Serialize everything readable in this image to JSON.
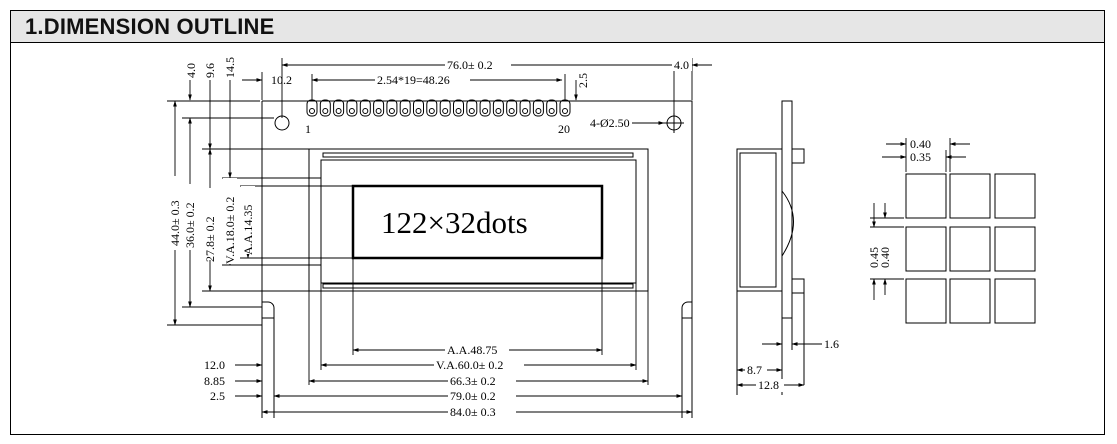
{
  "header": {
    "title": "1.DIMENSION OUTLINE"
  },
  "dims": {
    "d76": "76.0± 0.2",
    "d4r": "4.0",
    "d10_2": "10.2",
    "pitch": "2.54*19=48.26",
    "d2_5": "2.5",
    "d4_0v": "4.0",
    "d9_6": "9.6",
    "d14_5": "14.5",
    "pin1": "1",
    "pin20": "20",
    "hole": "4-Ø2.50",
    "d44": "44.0± 0.3",
    "d36": "36.0± 0.2",
    "d27_8": "27.8± 0.2",
    "va18": "V.A.18.0± 0.2",
    "aa14": "A.A.14.35",
    "dots": "122×32dots",
    "aa48": "A.A.48.75",
    "va60": "V.A.60.0± 0.2",
    "d66": "66.3± 0.2",
    "d79": "79.0± 0.2",
    "d84": "84.0± 0.3",
    "d12": "12.0",
    "d8_85": "8.85",
    "d2_5b": "2.5",
    "d1_6": "1.6",
    "d8_7": "8.7",
    "d12_8": "12.8",
    "p040h": "0.40",
    "p035h": "0.35",
    "p045v": "0.45",
    "p040v": "0.40"
  },
  "pin_count": 20,
  "pixel_grid": {
    "rows": 3,
    "cols": 3
  }
}
